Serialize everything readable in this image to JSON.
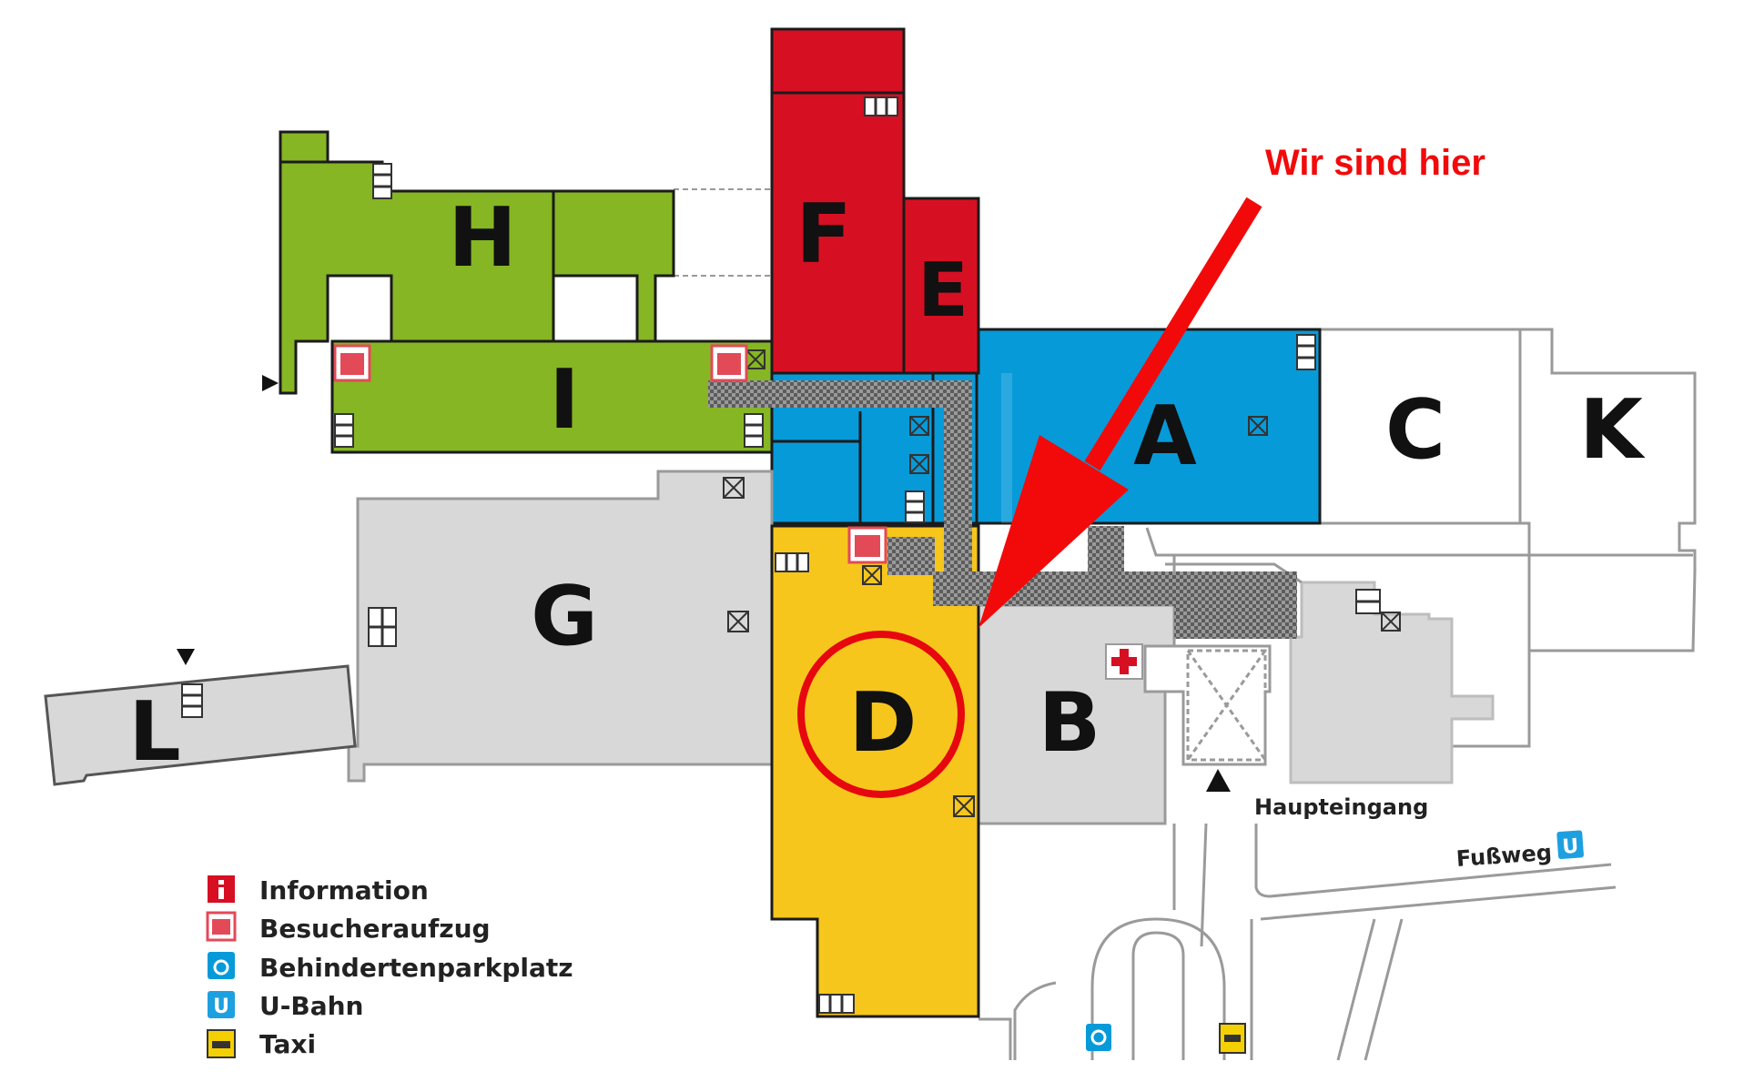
{
  "map": {
    "buildings": [
      {
        "id": "H",
        "label": "H",
        "color": "#86b624"
      },
      {
        "id": "I",
        "label": "I",
        "color": "#86b624"
      },
      {
        "id": "F",
        "label": "F",
        "color": "#d70f23"
      },
      {
        "id": "E",
        "label": "E",
        "color": "#d70f23"
      },
      {
        "id": "A",
        "label": "A",
        "color": "#079ad9"
      },
      {
        "id": "C",
        "label": "C",
        "color": "#ffffff"
      },
      {
        "id": "K",
        "label": "K",
        "color": "#ffffff"
      },
      {
        "id": "G",
        "label": "G",
        "color": "#d8d8d8"
      },
      {
        "id": "L",
        "label": "L",
        "color": "#d8d8d8"
      },
      {
        "id": "D",
        "label": "D",
        "color": "#f6c61d"
      },
      {
        "id": "B",
        "label": "B",
        "color": "#d8d8d8"
      }
    ],
    "you_are_here": {
      "text": "Wir sind hier",
      "color": "#f20a0a",
      "target_building": "D"
    },
    "main_entrance": "Haupteingang",
    "footpath": "Fußweg",
    "subway_symbol": "U"
  },
  "legend": {
    "items": [
      {
        "key": "information",
        "label": "Information",
        "icon": "information-icon",
        "color": "#d70f23"
      },
      {
        "key": "visitor_elevator",
        "label": "Besucheraufzug",
        "icon": "visitor-elevator-icon",
        "color": "#e34a57"
      },
      {
        "key": "disabled_parking",
        "label": "Behindertenparkplatz",
        "icon": "wheelchair-parking-icon",
        "color": "#079ad9"
      },
      {
        "key": "subway",
        "label": "U-Bahn",
        "icon": "subway-icon",
        "color": "#1ea0e0"
      },
      {
        "key": "taxi",
        "label": "Taxi",
        "icon": "taxi-icon",
        "color": "#f4d000"
      }
    ]
  }
}
